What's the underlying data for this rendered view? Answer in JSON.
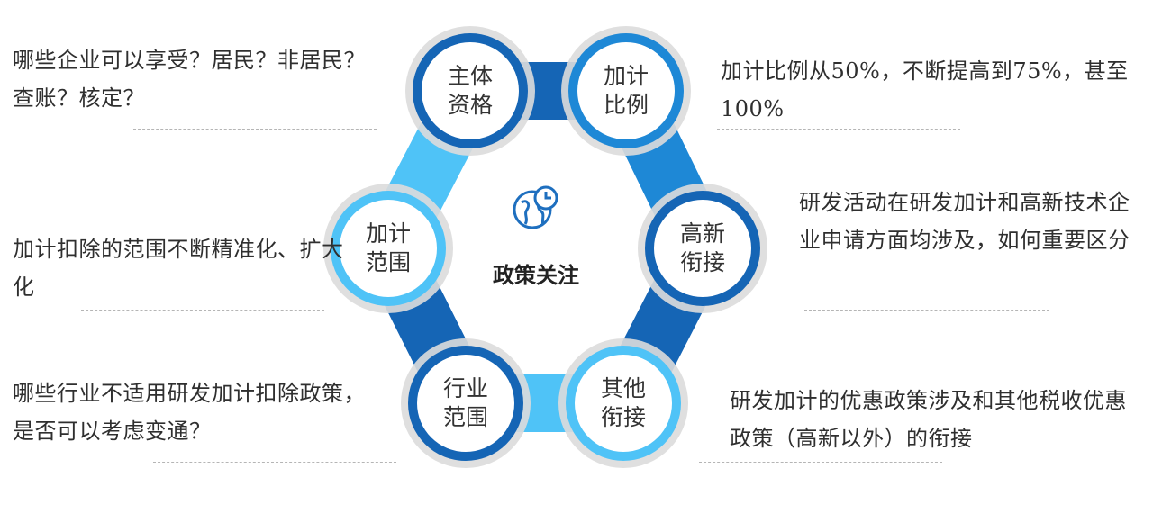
{
  "center": {
    "label": "政策关注",
    "icon": "globe-clock-icon"
  },
  "nodes": [
    {
      "id": "subject",
      "label": "主体资格"
    },
    {
      "id": "ratio",
      "label": "加计比例"
    },
    {
      "id": "hitech",
      "label": "高新衔接"
    },
    {
      "id": "other",
      "label": "其他衔接"
    },
    {
      "id": "industry",
      "label": "行业范围"
    },
    {
      "id": "scope",
      "label": "加计范围"
    }
  ],
  "descriptions": {
    "subject": "哪些企业可以享受？居民？非居民？查账？核定？",
    "ratio": "加计比例从50%，不断提高到75%，甚至100%",
    "hitech": "研发活动在研发加计和高新技术企业申请方面均涉及，如何重要区分",
    "other": "研发加计的优惠政策涉及和其他税收优惠政策（高新以外）的衔接",
    "industry": "哪些行业不适用研发加计扣除政策，是否可以考虑变通？",
    "scope": "加计扣除的范围不断精准化、扩大化"
  },
  "colors": {
    "dark_blue": "#1565b5",
    "mid_blue": "#1e88d6",
    "light_blue": "#4fc3f7",
    "ring_gray": "#dcdcdc",
    "dash": "#b5b5b5"
  }
}
